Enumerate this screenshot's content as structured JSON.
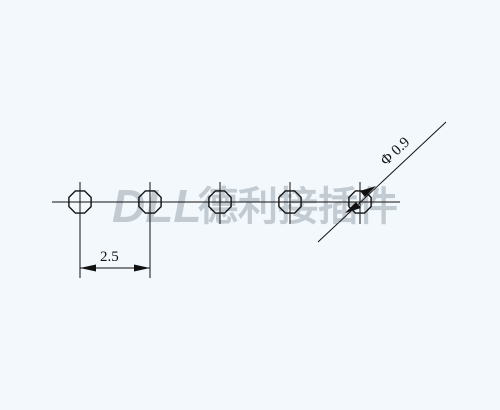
{
  "diagram": {
    "pitch_label": "2.5",
    "diameter_label": "Φ 0.9",
    "hole_count": 5
  },
  "watermark": {
    "latin": "DLL",
    "chinese": "德利接插件"
  },
  "colors": {
    "background": "#f3f8fc",
    "line": "#111111",
    "watermark": "#b4bcc4"
  }
}
